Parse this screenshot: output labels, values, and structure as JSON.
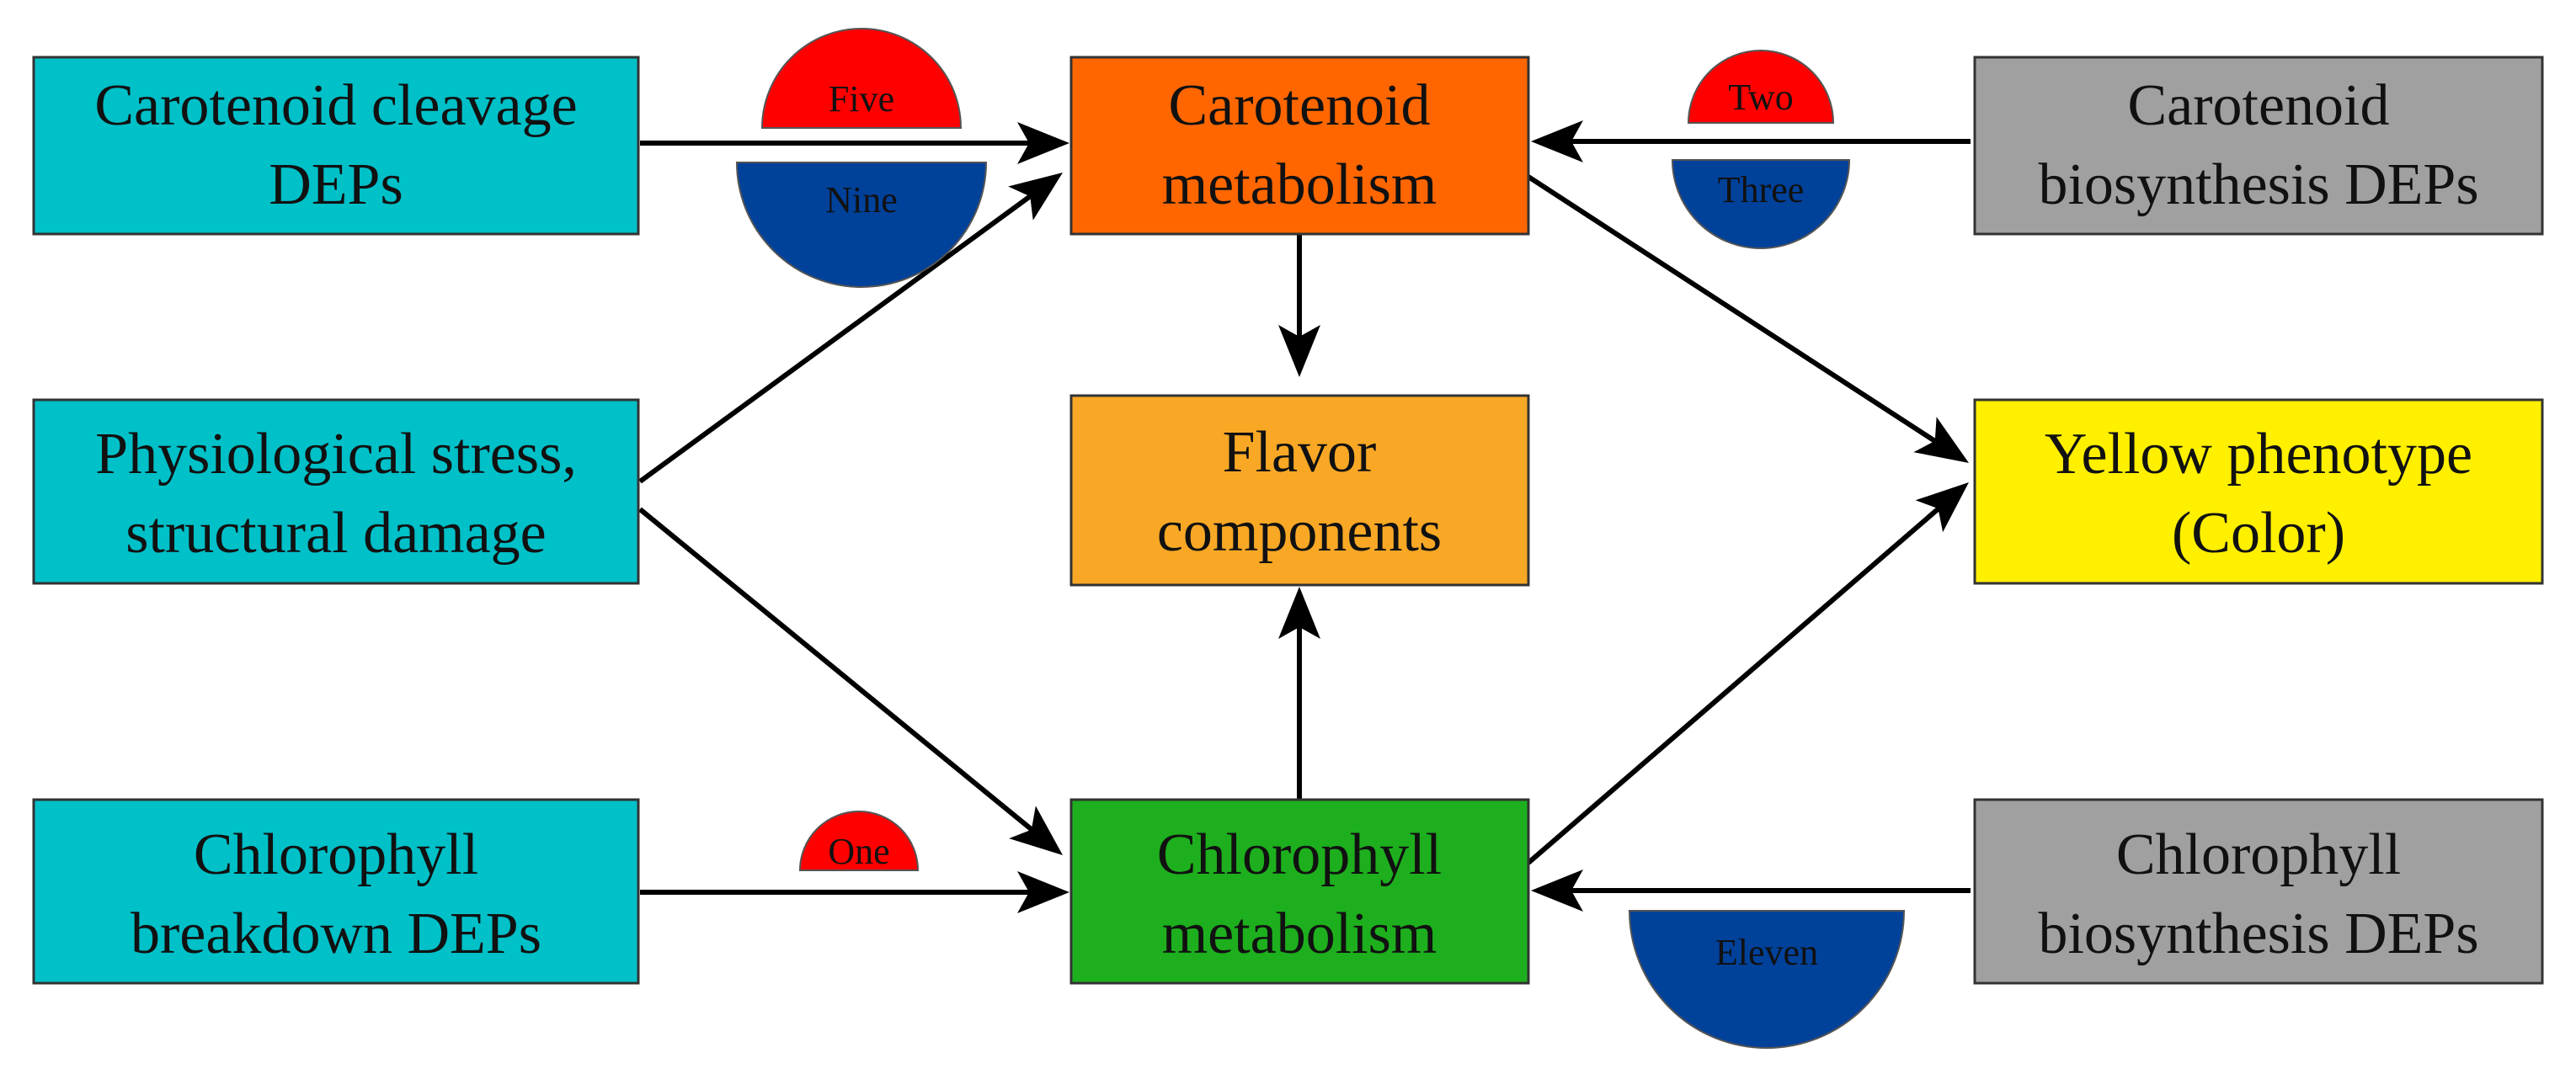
{
  "nodes": {
    "carotenoid_cleavage": {
      "lines": [
        "Carotenoid cleavage",
        "DEPs"
      ],
      "color": "#00C0C8"
    },
    "physiological_stress": {
      "lines": [
        "Physiological stress,",
        "structural damage"
      ],
      "color": "#00C0C8"
    },
    "chlorophyll_breakdown": {
      "lines": [
        "Chlorophyll",
        "breakdown DEPs"
      ],
      "color": "#00C0C8"
    },
    "carotenoid_metabolism": {
      "lines": [
        "Carotenoid",
        "metabolism"
      ],
      "color": "#FF6600"
    },
    "flavor_components": {
      "lines": [
        "Flavor",
        "components"
      ],
      "color": "#F9A825"
    },
    "chlorophyll_metabolism": {
      "lines": [
        "Chlorophyll",
        "metabolism"
      ],
      "color": "#1DAF1D"
    },
    "carotenoid_biosynthesis": {
      "lines": [
        "Carotenoid",
        "biosynthesis DEPs"
      ],
      "color": "#A0A0A0"
    },
    "yellow_phenotype": {
      "lines": [
        "Yellow phenotype",
        "(Color)"
      ],
      "color": "#FFF000"
    },
    "chlorophyll_biosynthesis": {
      "lines": [
        "Chlorophyll",
        "biosynthesis DEPs"
      ],
      "color": "#A0A0A0"
    }
  },
  "badges": {
    "cleavage_up": {
      "label": "Five",
      "color": "#FF0000"
    },
    "cleavage_down": {
      "label": "Nine",
      "color": "#00419A"
    },
    "carot_biosyn_up": {
      "label": "Two",
      "color": "#FF0000"
    },
    "carot_biosyn_down": {
      "label": "Three",
      "color": "#00419A"
    },
    "breakdown_up": {
      "label": "One",
      "color": "#FF0000"
    },
    "chloro_biosyn_down": {
      "label": "Eleven",
      "color": "#00419A"
    }
  },
  "colors": {
    "arrow": "#000000",
    "border": "#333333"
  }
}
